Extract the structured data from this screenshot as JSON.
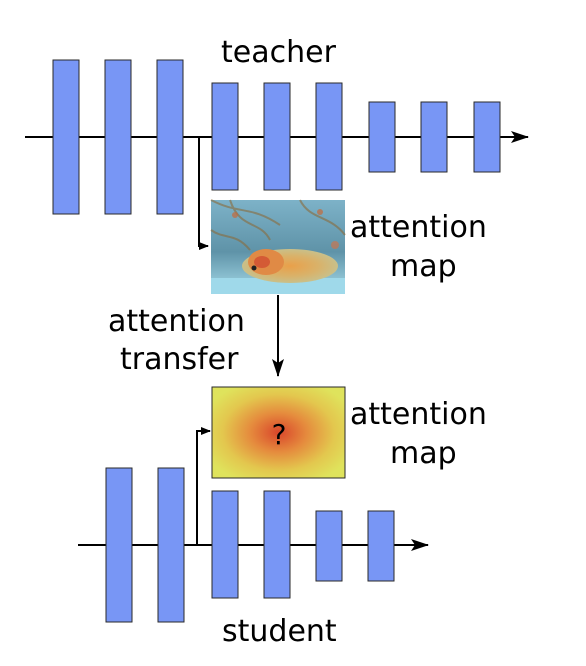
{
  "labels": {
    "teacher": "teacher",
    "student": "student",
    "attention_map_top_line1": "attention",
    "attention_map_top_line2": "map",
    "attention_map_bottom_line1": "attention",
    "attention_map_bottom_line2": "map",
    "transfer_line1": "attention",
    "transfer_line2": "transfer",
    "unknown_mark": "?"
  },
  "colors": {
    "layer_block": "#7896F5",
    "heatmap_center": "#d9462b",
    "heatmap_edge": "#e0e25a"
  }
}
